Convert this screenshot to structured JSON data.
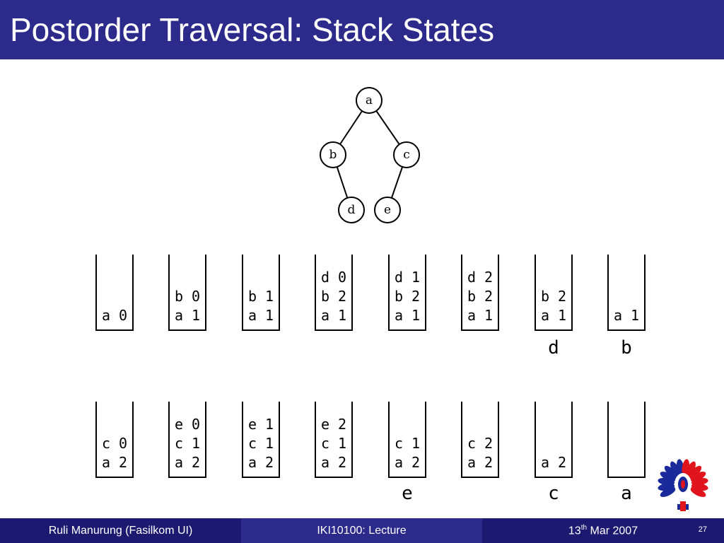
{
  "slide": {
    "title": "Postorder Traversal: Stack States"
  },
  "tree": {
    "nodes": [
      {
        "id": "a",
        "label": "a"
      },
      {
        "id": "b",
        "label": "b"
      },
      {
        "id": "c",
        "label": "c"
      },
      {
        "id": "d",
        "label": "d"
      },
      {
        "id": "e",
        "label": "e"
      }
    ],
    "edges": [
      [
        "a",
        "b"
      ],
      [
        "a",
        "c"
      ],
      [
        "b",
        "d"
      ],
      [
        "c",
        "e"
      ]
    ]
  },
  "stacks": {
    "row1": [
      {
        "entries": [
          "a 0"
        ],
        "popped": ""
      },
      {
        "entries": [
          "b 0",
          "a 1"
        ],
        "popped": ""
      },
      {
        "entries": [
          "b 1",
          "a 1"
        ],
        "popped": ""
      },
      {
        "entries": [
          "d 0",
          "b 2",
          "a 1"
        ],
        "popped": ""
      },
      {
        "entries": [
          "d 1",
          "b 2",
          "a 1"
        ],
        "popped": ""
      },
      {
        "entries": [
          "d 2",
          "b 2",
          "a 1"
        ],
        "popped": ""
      },
      {
        "entries": [
          "b 2",
          "a 1"
        ],
        "popped": "d"
      },
      {
        "entries": [
          "a 1"
        ],
        "popped": "b"
      }
    ],
    "row2": [
      {
        "entries": [
          "c 0",
          "a 2"
        ],
        "popped": ""
      },
      {
        "entries": [
          "e 0",
          "c 1",
          "a 2"
        ],
        "popped": ""
      },
      {
        "entries": [
          "e 1",
          "c 1",
          "a 2"
        ],
        "popped": ""
      },
      {
        "entries": [
          "e 2",
          "c 1",
          "a 2"
        ],
        "popped": ""
      },
      {
        "entries": [
          "c 1",
          "a 2"
        ],
        "popped": "e"
      },
      {
        "entries": [
          "c 2",
          "a 2"
        ],
        "popped": ""
      },
      {
        "entries": [
          "a 2"
        ],
        "popped": "c"
      },
      {
        "entries": [],
        "popped": "a"
      }
    ]
  },
  "footer": {
    "author": "Ruli Manurung (Fasilkom UI)",
    "course": "IKI10100: Lecture",
    "date_day": "13",
    "date_sup": "th",
    "date_rest": " Mar 2007",
    "page": "27"
  },
  "colors": {
    "title_bar": "#2c2a8a",
    "footer_dark": "#1c1970",
    "footer_mid": "#2c2a8a",
    "logo_red": "#e0141c",
    "logo_blue": "#1a2a9a"
  }
}
